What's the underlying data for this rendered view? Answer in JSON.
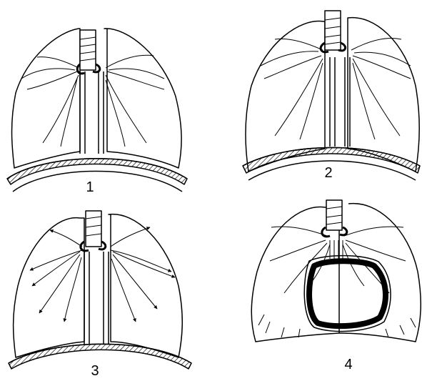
{
  "figure": {
    "panels": [
      {
        "label": "1"
      },
      {
        "label": "2"
      },
      {
        "label": "3"
      },
      {
        "label": "4"
      }
    ]
  },
  "colors": {
    "ink": "#000000",
    "paper": "#ffffff"
  }
}
